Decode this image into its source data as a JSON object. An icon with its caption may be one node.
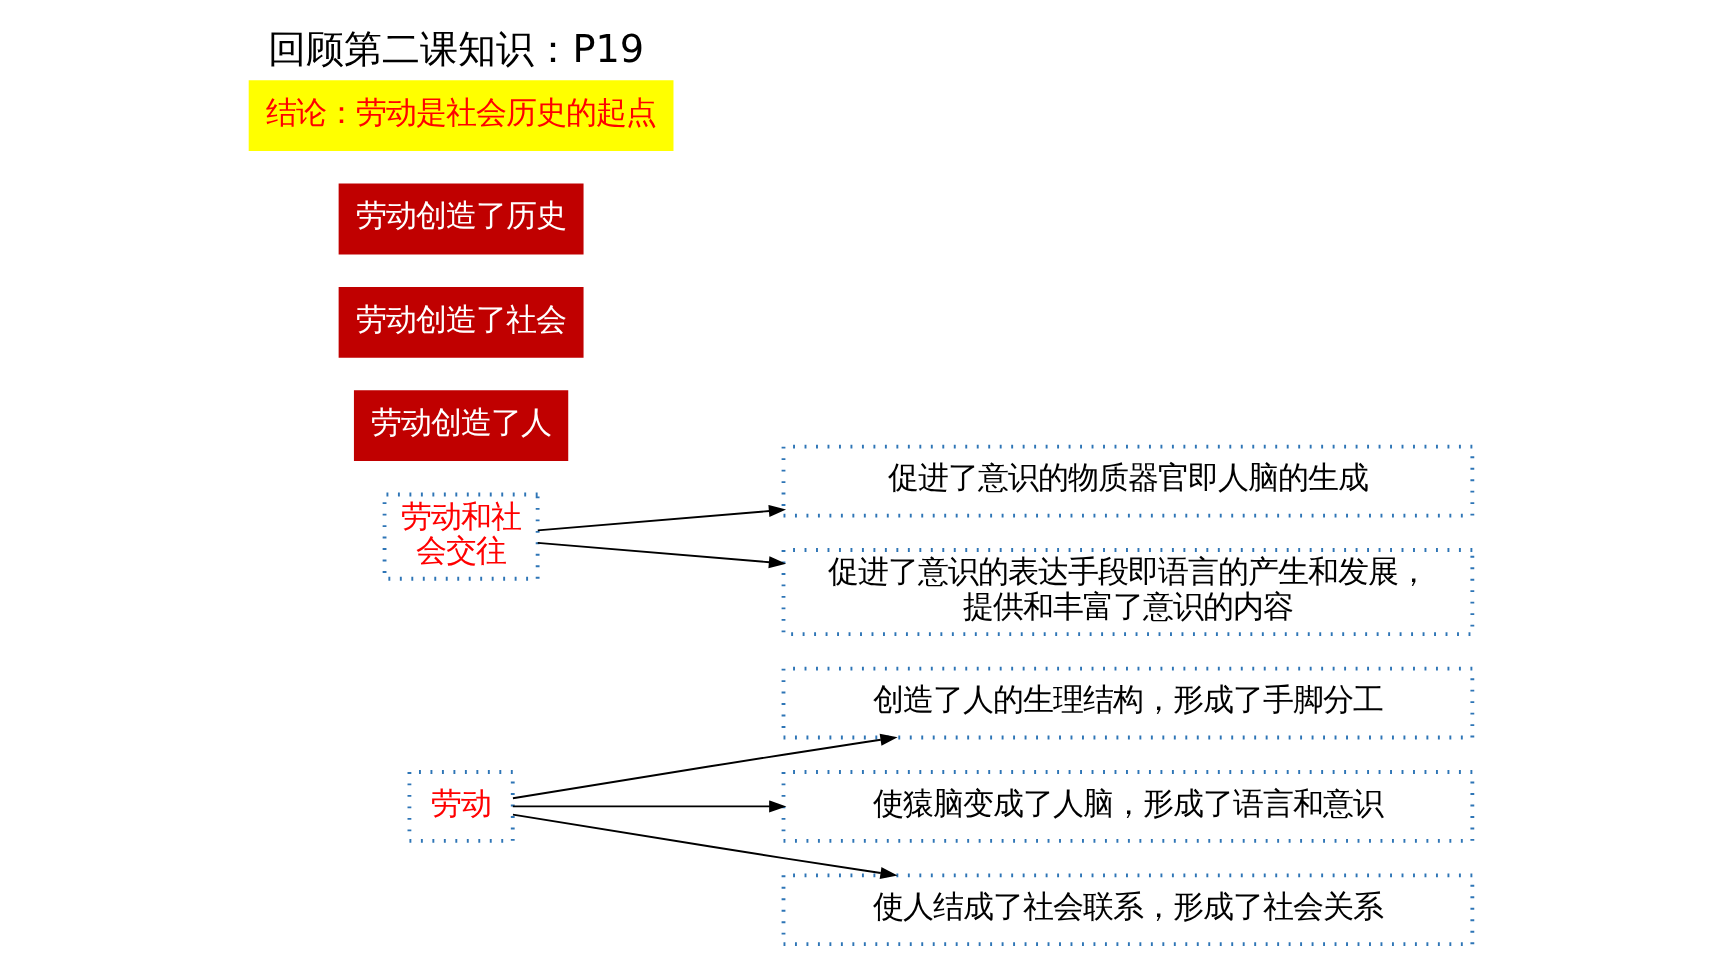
{
  "diagram": {
    "title": "回顾第二课知识：P19",
    "nodes": [
      {
        "text": [
          "劳动"
        ]
      },
      {
        "text": [
          "创造了人的生理结构，形成了手脚分工"
        ]
      },
      {
        "text": [
          "使猿脑变成了人脑，形成了语言和意识"
        ]
      },
      {
        "text": [
          "使人结成了社会联系，形成了社会关系"
        ]
      },
      {
        "text": [
          "劳动和社会交往"
        ]
      },
      {
        "text": [
          "促进了意识的物质器官即人脑的生成"
        ]
      },
      {
        "text": [
          "促进了意识的表达手段即语言的产生和发展，提供和丰富了意识的内容"
        ]
      },
      {
        "text": [
          "劳动创造了人"
        ]
      },
      {
        "text": [
          "劳动创造了社会"
        ]
      },
      {
        "text": [
          "劳动创造了历史"
        ]
      },
      {
        "text": [
          "结论：劳动是社会历史的起点"
        ]
      }
    ],
    "edges": [
      {
        "from": 0,
        "to": 1,
        "arrow": "to"
      },
      {
        "from": 0,
        "to": 2,
        "arrow": "to"
      },
      {
        "from": 0,
        "to": 3,
        "arrow": "to"
      },
      {
        "from": 4,
        "to": 5,
        "arrow": "to"
      },
      {
        "from": 4,
        "to": 6,
        "arrow": "to"
      }
    ]
  }
}
